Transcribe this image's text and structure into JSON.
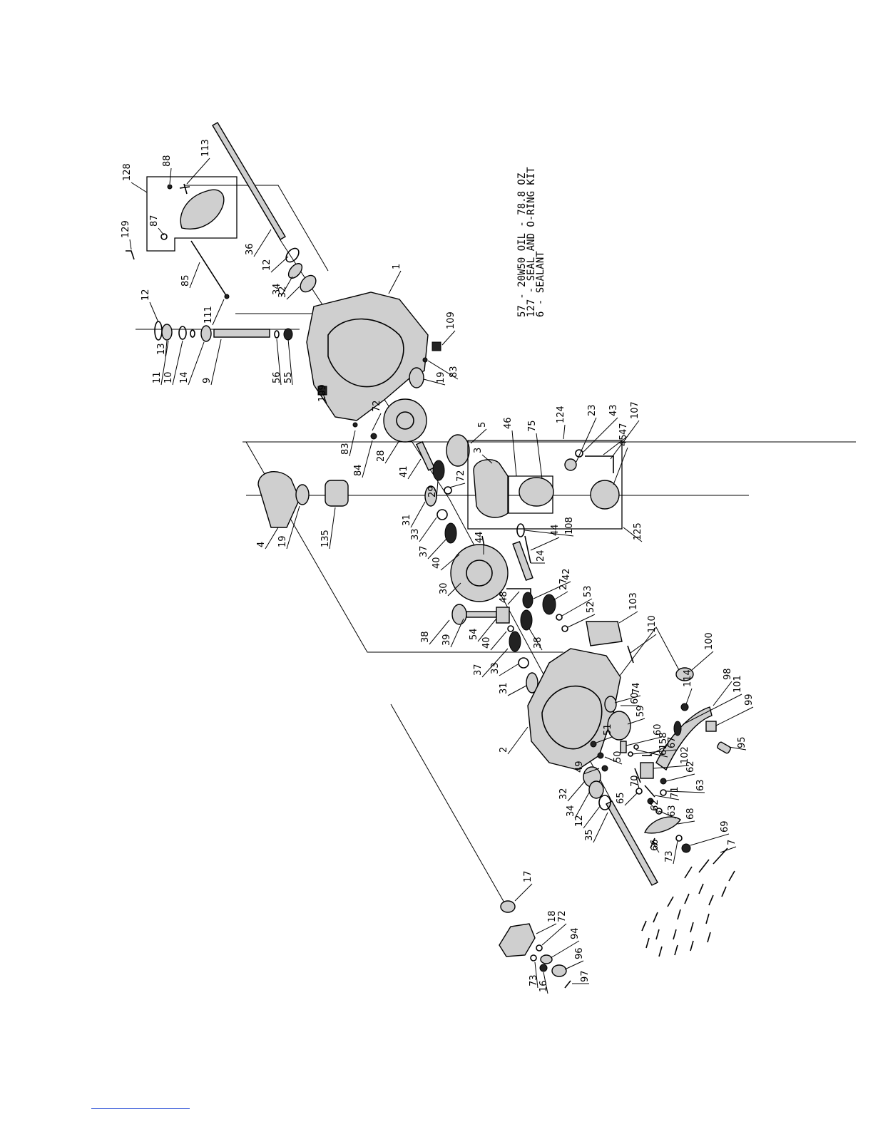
{
  "notes": [
    "57 - 20W50 OIL - 78.8 OZ",
    "127 - SEAL AND O-RING KIT",
    "6 - SEALANT"
  ],
  "labels": [
    {
      "id": "1"
    },
    {
      "id": "2"
    },
    {
      "id": "3"
    },
    {
      "id": "4"
    },
    {
      "id": "5"
    },
    {
      "id": "7"
    },
    {
      "id": "9"
    },
    {
      "id": "10"
    },
    {
      "id": "11"
    },
    {
      "id": "12a",
      "t": "12"
    },
    {
      "id": "12b",
      "t": "12"
    },
    {
      "id": "12c",
      "t": "12"
    },
    {
      "id": "13"
    },
    {
      "id": "14"
    },
    {
      "id": "16"
    },
    {
      "id": "17"
    },
    {
      "id": "18"
    },
    {
      "id": "19a",
      "t": "19"
    },
    {
      "id": "19b",
      "t": "19"
    },
    {
      "id": "23"
    },
    {
      "id": "24"
    },
    {
      "id": "27"
    },
    {
      "id": "28"
    },
    {
      "id": "29"
    },
    {
      "id": "30"
    },
    {
      "id": "31a",
      "t": "31"
    },
    {
      "id": "31b",
      "t": "31"
    },
    {
      "id": "32a",
      "t": "32"
    },
    {
      "id": "32b",
      "t": "32"
    },
    {
      "id": "33a",
      "t": "33"
    },
    {
      "id": "33b",
      "t": "33"
    },
    {
      "id": "34a",
      "t": "34"
    },
    {
      "id": "34b",
      "t": "34"
    },
    {
      "id": "35"
    },
    {
      "id": "36"
    },
    {
      "id": "37a",
      "t": "37"
    },
    {
      "id": "37b",
      "t": "37"
    },
    {
      "id": "38a",
      "t": "38"
    },
    {
      "id": "38b",
      "t": "38"
    },
    {
      "id": "39"
    },
    {
      "id": "40a",
      "t": "40"
    },
    {
      "id": "40b",
      "t": "40"
    },
    {
      "id": "41"
    },
    {
      "id": "42"
    },
    {
      "id": "43"
    },
    {
      "id": "44a",
      "t": "44"
    },
    {
      "id": "44b",
      "t": "44"
    },
    {
      "id": "45"
    },
    {
      "id": "46"
    },
    {
      "id": "47"
    },
    {
      "id": "48"
    },
    {
      "id": "49"
    },
    {
      "id": "50"
    },
    {
      "id": "51"
    },
    {
      "id": "52"
    },
    {
      "id": "53"
    },
    {
      "id": "54"
    },
    {
      "id": "55"
    },
    {
      "id": "56"
    },
    {
      "id": "58"
    },
    {
      "id": "59"
    },
    {
      "id": "60a",
      "t": "60"
    },
    {
      "id": "60b",
      "t": "60"
    },
    {
      "id": "61"
    },
    {
      "id": "62a",
      "t": "62"
    },
    {
      "id": "62b",
      "t": "62"
    },
    {
      "id": "63a",
      "t": "63"
    },
    {
      "id": "63b",
      "t": "63"
    },
    {
      "id": "65"
    },
    {
      "id": "66"
    },
    {
      "id": "67"
    },
    {
      "id": "68"
    },
    {
      "id": "69"
    },
    {
      "id": "70"
    },
    {
      "id": "71"
    },
    {
      "id": "72a",
      "t": "72"
    },
    {
      "id": "72b",
      "t": "72"
    },
    {
      "id": "72c",
      "t": "72"
    },
    {
      "id": "73a",
      "t": "73"
    },
    {
      "id": "73b",
      "t": "73"
    },
    {
      "id": "74"
    },
    {
      "id": "75"
    },
    {
      "id": "83a",
      "t": "83"
    },
    {
      "id": "83b",
      "t": "83"
    },
    {
      "id": "84"
    },
    {
      "id": "85"
    },
    {
      "id": "87"
    },
    {
      "id": "88"
    },
    {
      "id": "94"
    },
    {
      "id": "95"
    },
    {
      "id": "96"
    },
    {
      "id": "97"
    },
    {
      "id": "98"
    },
    {
      "id": "99"
    },
    {
      "id": "100"
    },
    {
      "id": "101"
    },
    {
      "id": "102"
    },
    {
      "id": "103"
    },
    {
      "id": "107"
    },
    {
      "id": "108"
    },
    {
      "id": "109a",
      "t": "109"
    },
    {
      "id": "109b",
      "t": "109"
    },
    {
      "id": "110"
    },
    {
      "id": "111"
    },
    {
      "id": "113"
    },
    {
      "id": "114"
    },
    {
      "id": "124"
    },
    {
      "id": "125"
    },
    {
      "id": "128"
    },
    {
      "id": "129"
    },
    {
      "id": "135"
    }
  ]
}
